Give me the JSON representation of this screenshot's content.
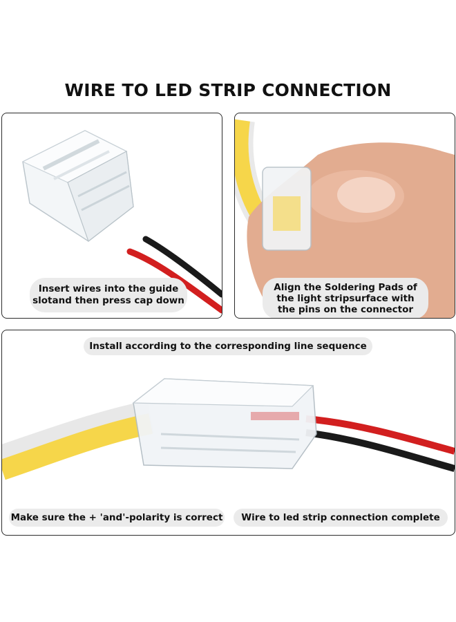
{
  "title": "WIRE TO LED STRIP CONNECTION",
  "panels": {
    "top_left": {
      "caption_lines": [
        "Insert wires into the guide",
        "slotand then press cap down"
      ]
    },
    "top_right": {
      "caption_lines": [
        "Align the Soldering Pads of",
        "the light stripsurface with",
        "the pins on the connector"
      ]
    },
    "bottom": {
      "top_caption": "Install according to the corresponding line sequence",
      "bottom_left_caption": "Make sure the + 'and'-polarity is correct",
      "bottom_right_caption": "Wire to led strip connection complete"
    }
  },
  "colors": {
    "wire_red": "#d21f1f",
    "wire_black": "#1a1a1a",
    "strip_yellow": "#f6d64a",
    "caption_bg": "#ebebeb"
  }
}
